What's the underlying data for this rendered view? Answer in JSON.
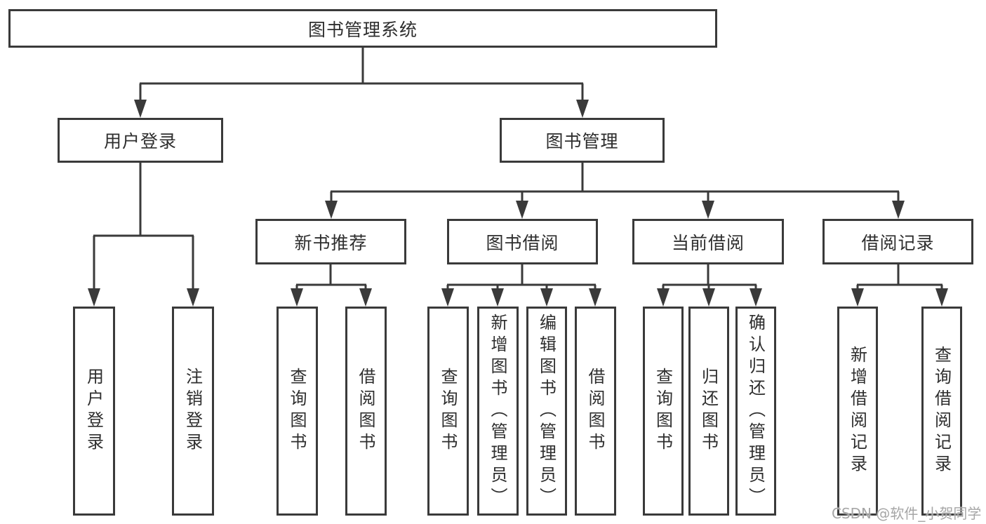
{
  "diagram": {
    "title": "图书管理系统",
    "nodes": {
      "user_login": "用户登录",
      "book_management": "图书管理",
      "new_book_recommend": "新书推荐",
      "book_borrow": "图书借阅",
      "current_borrow": "当前借阅",
      "borrow_records": "借阅记录"
    },
    "leaves": {
      "user_login": "用户登录",
      "logout": "注销登录",
      "nb_query_books": "查询图书",
      "nb_borrow_books": "借阅图书",
      "bb_query_books": "查询图书",
      "bb_add_books": "新增图书（管理员）",
      "bb_edit_books": "编辑图书（管理员）",
      "bb_borrow_books": "借阅图书",
      "cb_query_books": "查询图书",
      "cb_return_books": "归还图书",
      "cb_confirm_return": "确认归还（管理员）",
      "br_add_record": "新增借阅记录",
      "br_query_record": "查询借阅记录"
    },
    "watermark": "CSDN @软件_小贺同学",
    "colors": {
      "line": "#3a3a3a",
      "border": "#3a3a3a",
      "text": "#2e2e2e",
      "watermark": "#a6a6a6",
      "background": "#ffffff"
    }
  }
}
